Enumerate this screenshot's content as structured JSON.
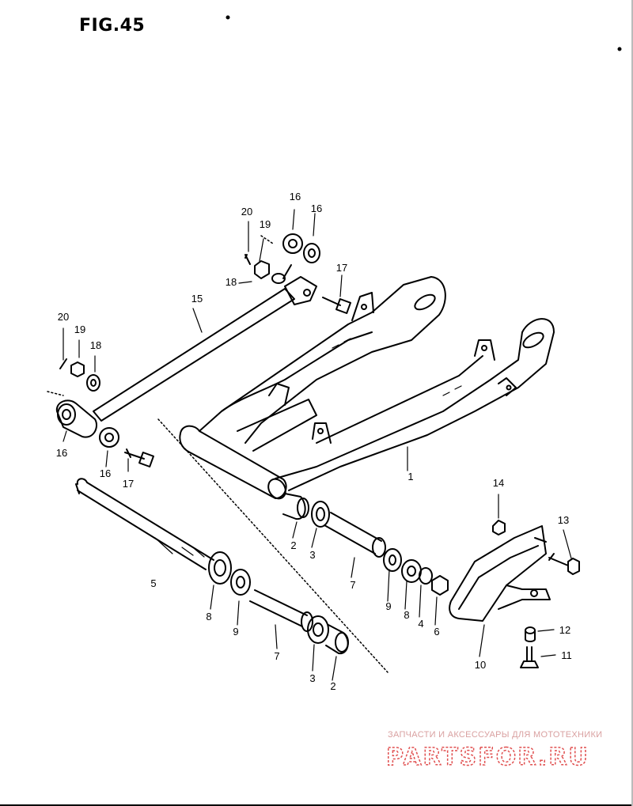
{
  "figure": {
    "title": "FIG.45"
  },
  "parts": [
    {
      "id": "p1",
      "label": "1"
    },
    {
      "id": "p2a",
      "label": "2"
    },
    {
      "id": "p2b",
      "label": "2"
    },
    {
      "id": "p3a",
      "label": "3"
    },
    {
      "id": "p3b",
      "label": "3"
    },
    {
      "id": "p4",
      "label": "4"
    },
    {
      "id": "p5",
      "label": "5"
    },
    {
      "id": "p6",
      "label": "6"
    },
    {
      "id": "p7a",
      "label": "7"
    },
    {
      "id": "p7b",
      "label": "7"
    },
    {
      "id": "p8a",
      "label": "8"
    },
    {
      "id": "p8b",
      "label": "8"
    },
    {
      "id": "p9a",
      "label": "9"
    },
    {
      "id": "p9b",
      "label": "9"
    },
    {
      "id": "p10",
      "label": "10"
    },
    {
      "id": "p11",
      "label": "11"
    },
    {
      "id": "p12",
      "label": "12"
    },
    {
      "id": "p13",
      "label": "13"
    },
    {
      "id": "p14",
      "label": "14"
    },
    {
      "id": "p15",
      "label": "15"
    },
    {
      "id": "p16a",
      "label": "16"
    },
    {
      "id": "p16b",
      "label": "16"
    },
    {
      "id": "p16c",
      "label": "16"
    },
    {
      "id": "p16d",
      "label": "16"
    },
    {
      "id": "p17a",
      "label": "17"
    },
    {
      "id": "p17b",
      "label": "17"
    },
    {
      "id": "p18a",
      "label": "18"
    },
    {
      "id": "p18b",
      "label": "18"
    },
    {
      "id": "p19a",
      "label": "19"
    },
    {
      "id": "p19b",
      "label": "19"
    },
    {
      "id": "p20a",
      "label": "20"
    },
    {
      "id": "p20b",
      "label": "20"
    }
  ],
  "watermark": {
    "tagline": "ЗАПЧАСТИ И АКСЕССУАРЫ ДЛЯ МОТОТЕХНИКИ",
    "logo_text": "PARTSFOR.RU",
    "color": "#e05050"
  }
}
